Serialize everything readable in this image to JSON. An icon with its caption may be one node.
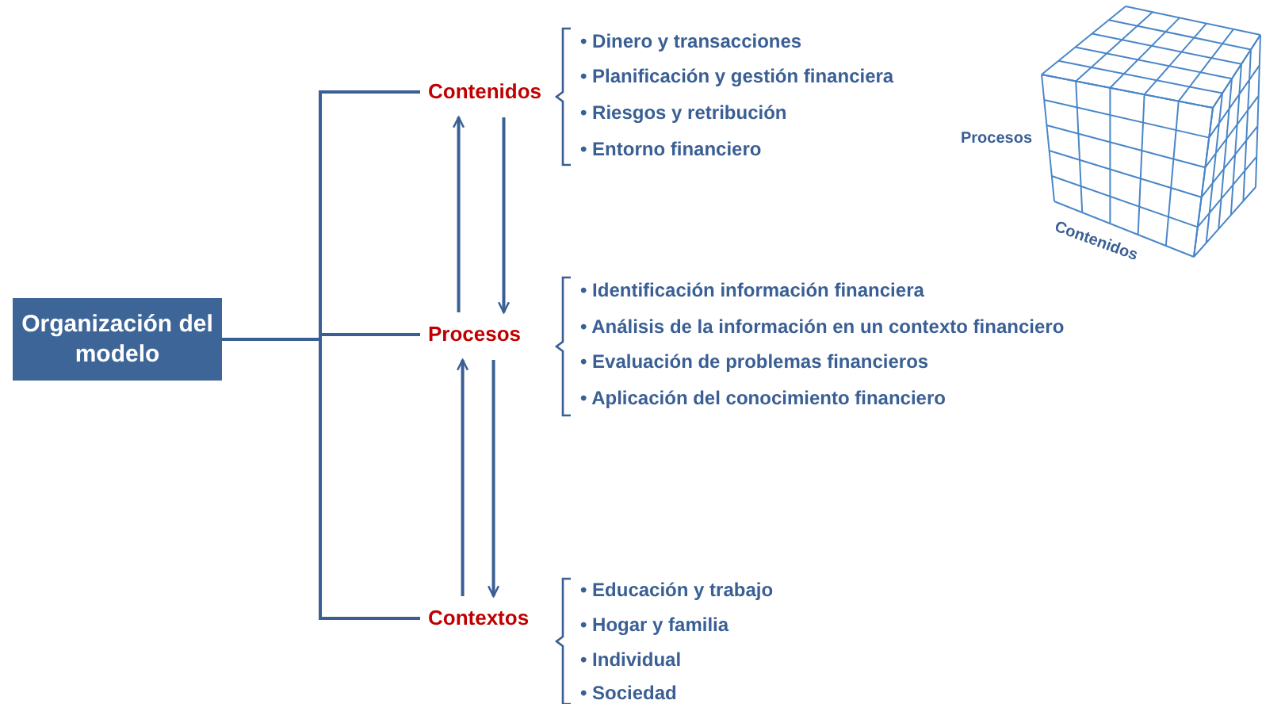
{
  "diagram": {
    "nodes": [
      {
        "text": [
          "Organización del modelo"
        ]
      },
      {
        "text": [
          "Contenidos"
        ]
      },
      {
        "text": [
          "Procesos"
        ]
      },
      {
        "text": [
          "Contextos"
        ]
      }
    ],
    "edges": [
      {
        "from": 0,
        "to": 1,
        "arrow": "none"
      },
      {
        "from": 0,
        "to": 2,
        "arrow": "none"
      },
      {
        "from": 0,
        "to": 3,
        "arrow": "none"
      },
      {
        "from": 1,
        "to": 2,
        "arrow": "to"
      },
      {
        "from": 2,
        "to": 1,
        "arrow": "to"
      },
      {
        "from": 2,
        "to": 3,
        "arrow": "to"
      },
      {
        "from": 3,
        "to": 2,
        "arrow": "to"
      }
    ],
    "labels": [
      "• Dinero y transacciones",
      "• Planificación y gestión financiera",
      "• Riesgos y retribución",
      "• Entorno financiero",
      "Procesos",
      "Contenidos",
      "• Identificación información financiera",
      "• Análisis de la información en un contexto financiero",
      "• Evaluación de problemas financieros",
      "• Aplicación del conocimiento financiero",
      "• Educación y trabajo",
      "• Hogar y familia",
      "• Individual",
      "• Sociedad"
    ]
  }
}
